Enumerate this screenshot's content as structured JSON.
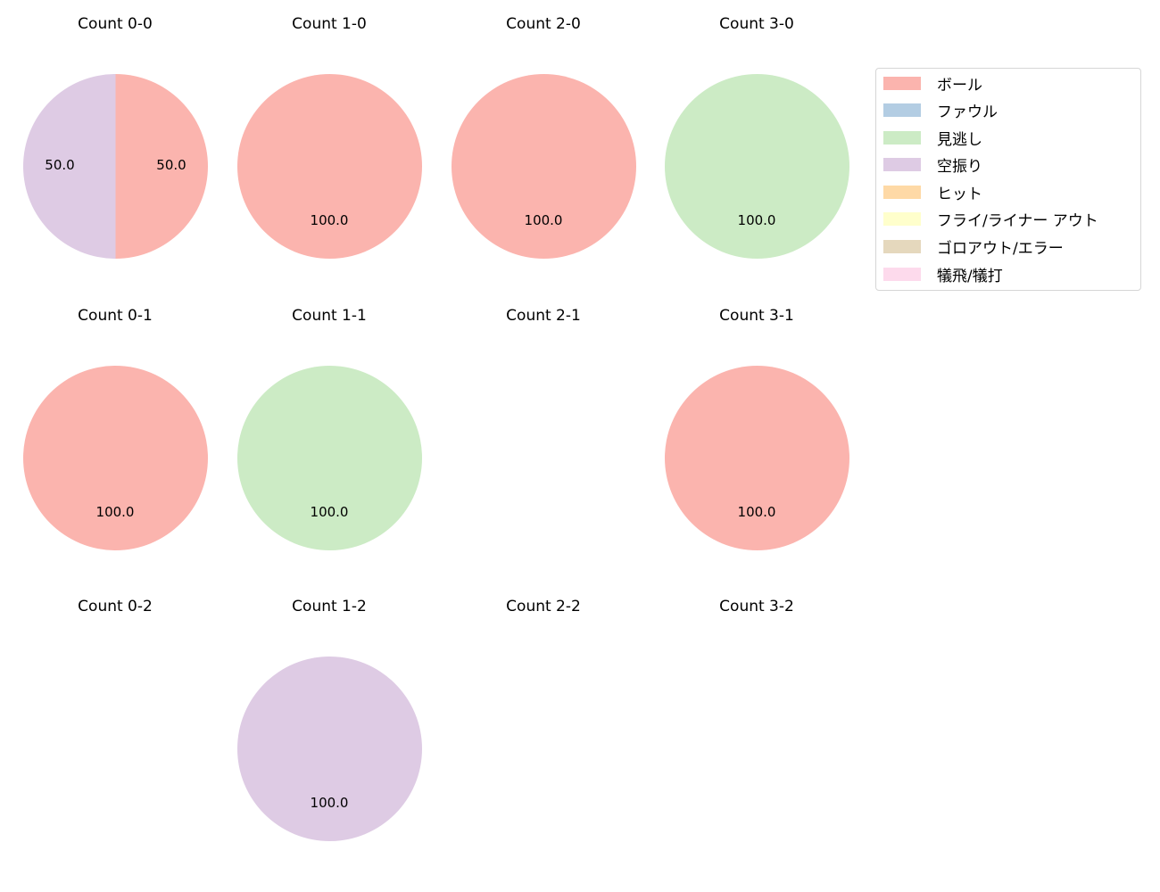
{
  "chart_data": {
    "type": "pie",
    "layout": {
      "rows": 3,
      "cols": 4,
      "legend_position": "upper right"
    },
    "legend": [
      {
        "label": "ボール",
        "color": "#fbb4ae"
      },
      {
        "label": "ファウル",
        "color": "#b3cde3"
      },
      {
        "label": "見逃し",
        "color": "#ccebc5"
      },
      {
        "label": "空振り",
        "color": "#decbe4"
      },
      {
        "label": "ヒット",
        "color": "#fed9a6"
      },
      {
        "label": "フライ/ライナー アウト",
        "color": "#ffffcc"
      },
      {
        "label": "ゴロアウト/エラー",
        "color": "#e5d8bd"
      },
      {
        "label": "犠飛/犠打",
        "color": "#fddaec"
      }
    ],
    "panels": [
      {
        "title": "Count 0-0",
        "slices": [
          {
            "category": "ボール",
            "value": 50.0
          },
          {
            "category": "空振り",
            "value": 50.0
          }
        ]
      },
      {
        "title": "Count 1-0",
        "slices": [
          {
            "category": "ボール",
            "value": 100.0
          }
        ]
      },
      {
        "title": "Count 2-0",
        "slices": [
          {
            "category": "ボール",
            "value": 100.0
          }
        ]
      },
      {
        "title": "Count 3-0",
        "slices": [
          {
            "category": "見逃し",
            "value": 100.0
          }
        ]
      },
      {
        "title": "Count 0-1",
        "slices": [
          {
            "category": "ボール",
            "value": 100.0
          }
        ]
      },
      {
        "title": "Count 1-1",
        "slices": [
          {
            "category": "見逃し",
            "value": 100.0
          }
        ]
      },
      {
        "title": "Count 2-1",
        "slices": []
      },
      {
        "title": "Count 3-1",
        "slices": [
          {
            "category": "ボール",
            "value": 100.0
          }
        ]
      },
      {
        "title": "Count 0-2",
        "slices": []
      },
      {
        "title": "Count 1-2",
        "slices": [
          {
            "category": "空振り",
            "value": 100.0
          }
        ]
      },
      {
        "title": "Count 2-2",
        "slices": []
      },
      {
        "title": "Count 3-2",
        "slices": []
      }
    ]
  },
  "labels": {
    "p0_left": "50.0",
    "p0_right": "50.0",
    "p1": "100.0",
    "p2": "100.0",
    "p3": "100.0",
    "p4": "100.0",
    "p5": "100.0",
    "p7": "100.0",
    "p9": "100.0"
  }
}
